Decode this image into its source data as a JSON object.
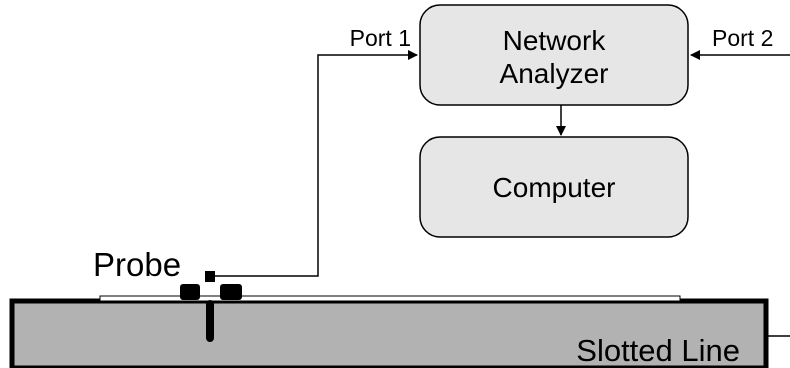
{
  "boxes": {
    "network_analyzer": {
      "line1": "Network",
      "line2": "Analyzer"
    },
    "computer": {
      "label": "Computer"
    }
  },
  "ports": {
    "port1": "Port 1",
    "port2": "Port 2"
  },
  "probe": {
    "label": "Probe"
  },
  "slotted_line": {
    "label": "Slotted Line"
  },
  "colors": {
    "box_fill": "#e6e6e6",
    "slotted_line_fill": "#b2b2b2",
    "stroke": "#000000"
  }
}
